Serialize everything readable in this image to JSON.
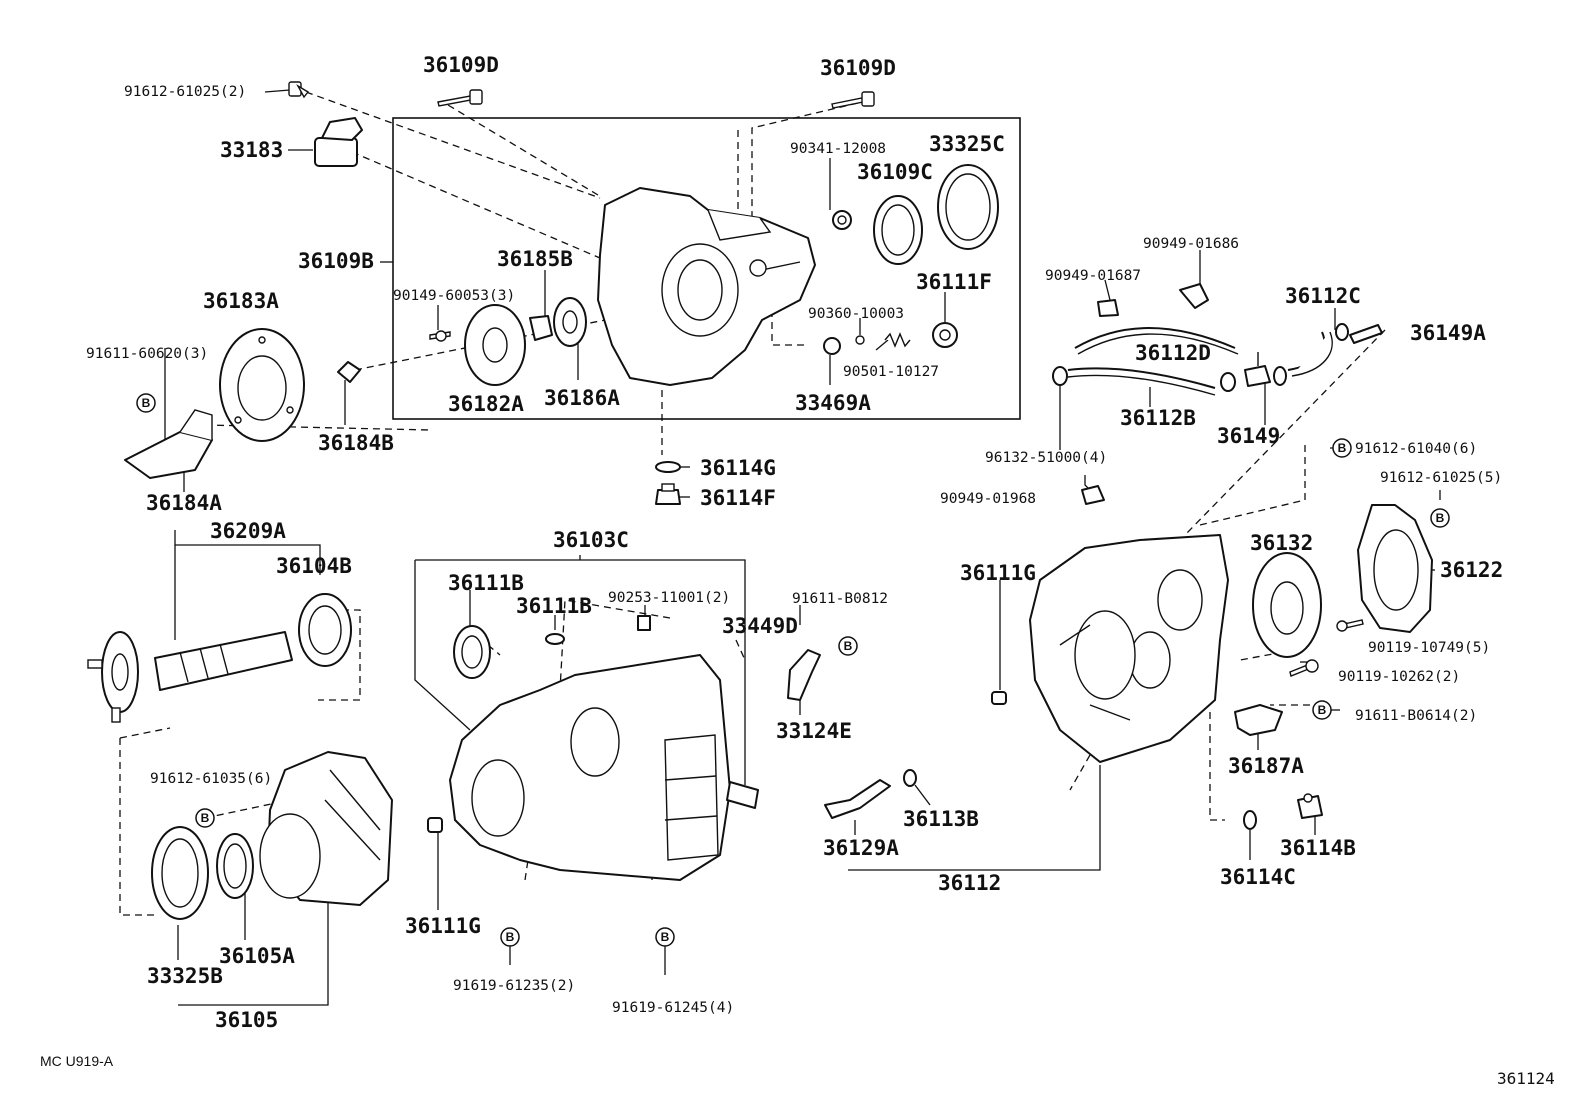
{
  "labels": {
    "p36109D_a": "36109D",
    "p36109D_b": "36109D",
    "p91612_61025_2": "91612-61025(2)",
    "p33183": "33183",
    "p90341_12008": "90341-12008",
    "p33325C": "33325C",
    "p36109C": "36109C",
    "p36109B": "36109B",
    "p36185B": "36185B",
    "p90149_60053_3": "90149-60053(3)",
    "p36183A": "36183A",
    "p91611_60620_3": "91611-60620(3)",
    "p36111F": "36111F",
    "p90360_10003": "90360-10003",
    "p90501_10127": "90501-10127",
    "p36182A": "36182A",
    "p36186A": "36186A",
    "p33469A": "33469A",
    "p36184B": "36184B",
    "p36184A": "36184A",
    "p36114G": "36114G",
    "p36114F": "36114F",
    "p90949_01686": "90949-01686",
    "p90949_01687": "90949-01687",
    "p36112C": "36112C",
    "p36149A": "36149A",
    "p36112D": "36112D",
    "p36112B": "36112B",
    "p36149": "36149",
    "p96132_51000_4": "96132-51000(4)",
    "p90949_01968": "90949-01968",
    "p91612_61040_6": "91612-61040(6)",
    "p91612_61025_5": "91612-61025(5)",
    "p36209A": "36209A",
    "p36104B": "36104B",
    "p36103C": "36103C",
    "p36111B_a": "36111B",
    "p36111B_b": "36111B",
    "p90253_11001_2": "90253-11001(2)",
    "p33449D": "33449D",
    "p91611_B0812": "91611-B0812",
    "p36111G_a": "36111G",
    "p36132": "36132",
    "p36122": "36122",
    "p90119_10749_5": "90119-10749(5)",
    "p90119_10262_2": "90119-10262(2)",
    "p33124E": "33124E",
    "p91611_B0614_2": "91611-B0614(2)",
    "p36187A": "36187A",
    "p91612_61035_6": "91612-61035(6)",
    "p36113B": "36113B",
    "p36129A": "36129A",
    "p36114B": "36114B",
    "p36112": "36112",
    "p36114C": "36114C",
    "p36111G_b": "36111G",
    "p33325B": "33325B",
    "p36105A": "36105A",
    "p36105": "36105",
    "p91619_61235_2": "91619-61235(2)",
    "p91619_61245_4": "91619-61245(4)"
  },
  "marker_letter": "B",
  "footer": {
    "code": "MC U919-A",
    "figure_number": "361124"
  }
}
